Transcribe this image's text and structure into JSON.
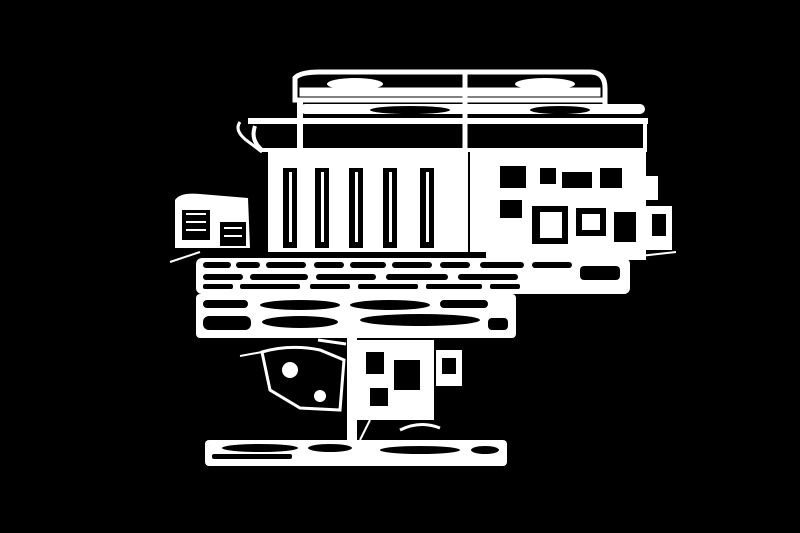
{
  "image": {
    "kind": "airport-layout-silhouette",
    "background_color": "#000000",
    "foreground_color": "#ffffff",
    "text": []
  },
  "features": {
    "north_runway_pair": "north-runway-pair",
    "central_taxiway_system": "central-taxiway-system",
    "south_runway_pair": "south-runway-pair",
    "far_south_runway": "far-south-runway",
    "terminal_concourses": "terminal-concourses",
    "cargo_area_east": "cargo-area-east",
    "support_area_south": "support-area-south",
    "west_terminal_area": "west-terminal-area"
  }
}
